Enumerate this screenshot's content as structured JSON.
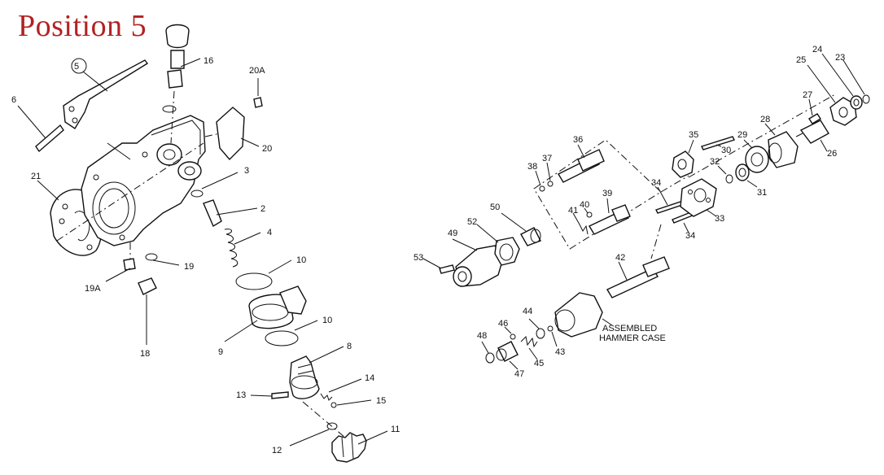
{
  "title": "Position 5",
  "callout_color": "#b22222",
  "labels": {
    "p2": "2",
    "p3": "3",
    "p4": "4",
    "p5": "5",
    "p6": "6",
    "p8": "8",
    "p9": "9",
    "p10a": "10",
    "p10b": "10",
    "p11": "11",
    "p12": "12",
    "p13": "13",
    "p14": "14",
    "p15": "15",
    "p16": "16",
    "p18": "18",
    "p19": "19",
    "p19a": "19A",
    "p20": "20",
    "p20a": "20A",
    "p21": "21",
    "p23": "23",
    "p24": "24",
    "p25": "25",
    "p26": "26",
    "p27": "27",
    "p28": "28",
    "p29": "29",
    "p30": "30",
    "p31": "31",
    "p32": "32",
    "p33": "33",
    "p34a": "34",
    "p34b": "34",
    "p35": "35",
    "p36": "36",
    "p37": "37",
    "p38": "38",
    "p39": "39",
    "p40": "40",
    "p41": "41",
    "p42": "42",
    "p43": "43",
    "p44": "44",
    "p45": "45",
    "p46": "46",
    "p47": "47",
    "p48": "48",
    "p49": "49",
    "p50": "50",
    "p52": "52",
    "p53": "53"
  },
  "assembled_label_line1": "ASSEMBLED",
  "assembled_label_line2": "HAMMER CASE"
}
